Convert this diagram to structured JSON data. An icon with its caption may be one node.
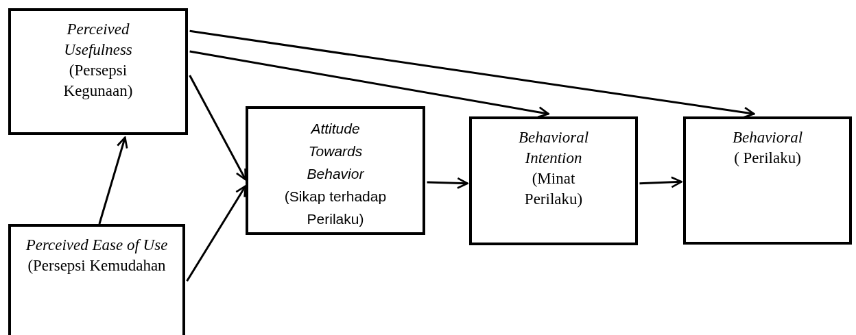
{
  "diagram": {
    "nodes": [
      {
        "text": [
          "Perceived Usefulness",
          "(Persepsi Kegunaan)"
        ]
      },
      {
        "text": [
          "*Perceived Ease of Use* (Persepsi Kemudahan"
        ]
      },
      {
        "text": [
          "Attitude Towards Behavior",
          "(Sikap terhadap Perilaku)"
        ]
      },
      {
        "text": [
          "Behavioral Intention",
          "(Minat Perilaku)"
        ]
      },
      {
        "text": [
          "Behavioral",
          "( Perilaku)"
        ]
      }
    ],
    "edges": [
      {
        "from": 1,
        "to": 0,
        "arrow": "to"
      },
      {
        "from": 0,
        "to": 2,
        "arrow": "to"
      },
      {
        "from": 1,
        "to": 2,
        "arrow": "to"
      },
      {
        "from": 2,
        "to": 3,
        "arrow": "to"
      },
      {
        "from": 3,
        "to": 4,
        "arrow": "to"
      },
      {
        "from": 0,
        "to": 3,
        "arrow": "to"
      },
      {
        "from": 0,
        "to": 4,
        "arrow": "to"
      }
    ]
  }
}
